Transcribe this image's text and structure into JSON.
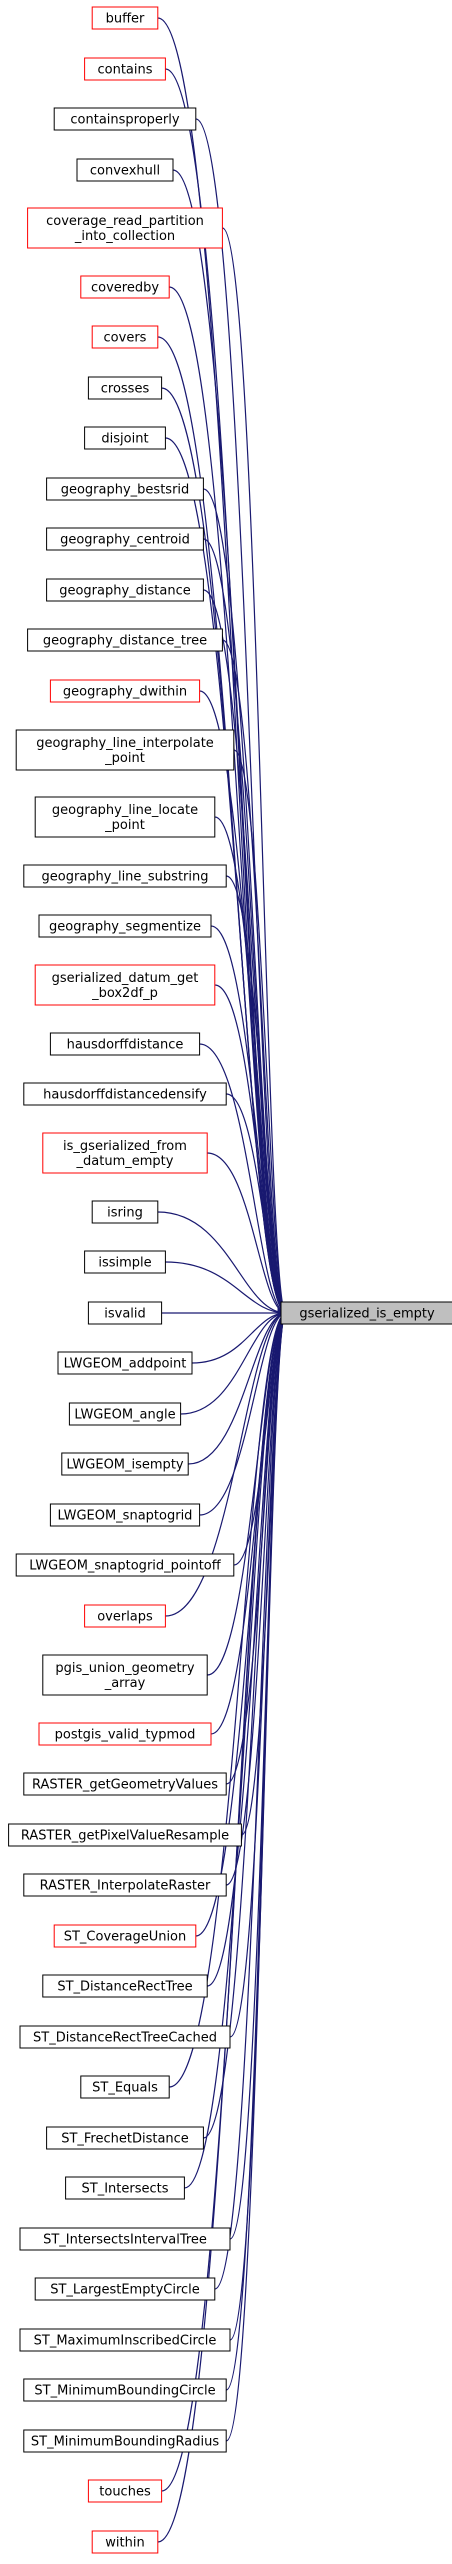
{
  "colors": {
    "edge": "#191970",
    "border_default": "#000000",
    "border_highlight": "#ff0000",
    "target_fill": "#bfbfbf"
  },
  "target": {
    "label": [
      "gserialized_is_empty"
    ]
  },
  "callers": [
    {
      "label": [
        "buffer"
      ],
      "highlight": true
    },
    {
      "label": [
        "contains"
      ],
      "highlight": true
    },
    {
      "label": [
        "containsproperly"
      ],
      "highlight": false
    },
    {
      "label": [
        "convexhull"
      ],
      "highlight": false
    },
    {
      "label": [
        "coverage_read_partition",
        "_into_collection"
      ],
      "highlight": true
    },
    {
      "label": [
        "coveredby"
      ],
      "highlight": true
    },
    {
      "label": [
        "covers"
      ],
      "highlight": true
    },
    {
      "label": [
        "crosses"
      ],
      "highlight": false
    },
    {
      "label": [
        "disjoint"
      ],
      "highlight": false
    },
    {
      "label": [
        "geography_bestsrid"
      ],
      "highlight": false
    },
    {
      "label": [
        "geography_centroid"
      ],
      "highlight": false
    },
    {
      "label": [
        "geography_distance"
      ],
      "highlight": false
    },
    {
      "label": [
        "geography_distance_tree"
      ],
      "highlight": false
    },
    {
      "label": [
        "geography_dwithin"
      ],
      "highlight": true
    },
    {
      "label": [
        "geography_line_interpolate",
        "_point"
      ],
      "highlight": false
    },
    {
      "label": [
        "geography_line_locate",
        "_point"
      ],
      "highlight": false
    },
    {
      "label": [
        "geography_line_substring"
      ],
      "highlight": false
    },
    {
      "label": [
        "geography_segmentize"
      ],
      "highlight": false
    },
    {
      "label": [
        "gserialized_datum_get",
        "_box2df_p"
      ],
      "highlight": true
    },
    {
      "label": [
        "hausdorffdistance"
      ],
      "highlight": false
    },
    {
      "label": [
        "hausdorffdistancedensify"
      ],
      "highlight": false
    },
    {
      "label": [
        "is_gserialized_from",
        "_datum_empty"
      ],
      "highlight": true
    },
    {
      "label": [
        "isring"
      ],
      "highlight": false
    },
    {
      "label": [
        "issimple"
      ],
      "highlight": false
    },
    {
      "label": [
        "isvalid"
      ],
      "highlight": false
    },
    {
      "label": [
        "LWGEOM_addpoint"
      ],
      "highlight": false
    },
    {
      "label": [
        "LWGEOM_angle"
      ],
      "highlight": false
    },
    {
      "label": [
        "LWGEOM_isempty"
      ],
      "highlight": false
    },
    {
      "label": [
        "LWGEOM_snaptogrid"
      ],
      "highlight": false
    },
    {
      "label": [
        "LWGEOM_snaptogrid_pointoff"
      ],
      "highlight": false
    },
    {
      "label": [
        "overlaps"
      ],
      "highlight": true
    },
    {
      "label": [
        "pgis_union_geometry",
        "_array"
      ],
      "highlight": false
    },
    {
      "label": [
        "postgis_valid_typmod"
      ],
      "highlight": true
    },
    {
      "label": [
        "RASTER_getGeometryValues"
      ],
      "highlight": false
    },
    {
      "label": [
        "RASTER_getPixelValueResample"
      ],
      "highlight": false
    },
    {
      "label": [
        "RASTER_InterpolateRaster"
      ],
      "highlight": false
    },
    {
      "label": [
        "ST_CoverageUnion"
      ],
      "highlight": true
    },
    {
      "label": [
        "ST_DistanceRectTree"
      ],
      "highlight": false
    },
    {
      "label": [
        "ST_DistanceRectTreeCached"
      ],
      "highlight": false
    },
    {
      "label": [
        "ST_Equals"
      ],
      "highlight": false
    },
    {
      "label": [
        "ST_FrechetDistance"
      ],
      "highlight": false
    },
    {
      "label": [
        "ST_Intersects"
      ],
      "highlight": false
    },
    {
      "label": [
        "ST_IntersectsIntervalTree"
      ],
      "highlight": false
    },
    {
      "label": [
        "ST_LargestEmptyCircle"
      ],
      "highlight": false
    },
    {
      "label": [
        "ST_MaximumInscribedCircle"
      ],
      "highlight": false
    },
    {
      "label": [
        "ST_MinimumBoundingCircle"
      ],
      "highlight": false
    },
    {
      "label": [
        "ST_MinimumBoundingRadius"
      ],
      "highlight": false
    },
    {
      "label": [
        "touches"
      ],
      "highlight": true
    },
    {
      "label": [
        "within"
      ],
      "highlight": true
    }
  ]
}
